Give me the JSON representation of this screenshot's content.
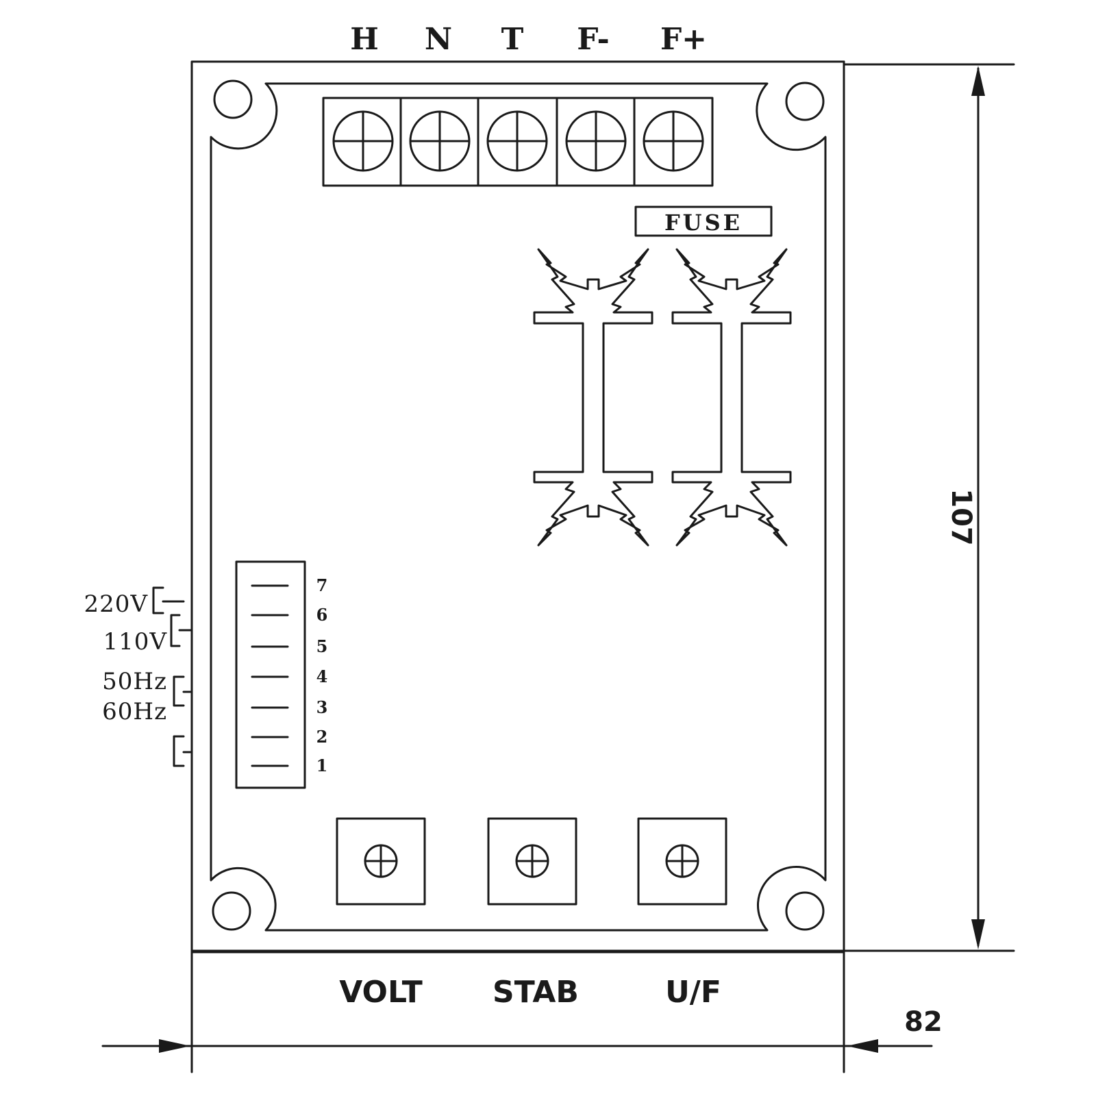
{
  "terminals": [
    "H",
    "N",
    "T",
    "F-",
    "F+"
  ],
  "fuse_label": "FUSE",
  "controls": [
    "VOLT",
    "STAB",
    "U/F"
  ],
  "jumper_labels": [
    "220V",
    "110V",
    "50Hz",
    "60Hz"
  ],
  "pin_numbers": [
    "7",
    "6",
    "5",
    "4",
    "3",
    "2",
    "1"
  ],
  "dimensions": {
    "height": "107",
    "width": "82"
  }
}
